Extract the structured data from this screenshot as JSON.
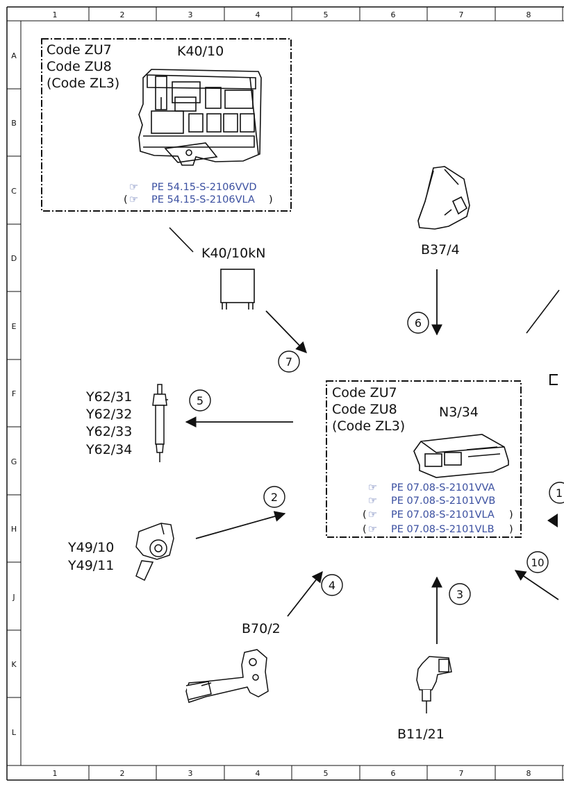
{
  "grid": {
    "columns": [
      "1",
      "2",
      "3",
      "4",
      "5",
      "6",
      "7",
      "8"
    ],
    "rows": [
      "A",
      "B",
      "C",
      "D",
      "E",
      "F",
      "G",
      "H",
      "J",
      "K",
      "L"
    ]
  },
  "box_k40": {
    "codes": [
      "Code ZU7",
      "Code ZU8",
      "(Code ZL3)"
    ],
    "component": "K40/10",
    "refs": [
      "PE 54.15-S-2106VVD",
      "PE 54.15-S-2106VLA"
    ],
    "paren_open": "(",
    "paren_close": ")"
  },
  "box_n3": {
    "codes": [
      "Code ZU7",
      "Code ZU8",
      "(Code ZL3)"
    ],
    "component": "N3/34",
    "refs": [
      "PE 07.08-S-2101VVA",
      "PE 07.08-S-2101VVB",
      "PE 07.08-S-2101VLA",
      "PE 07.08-S-2101VLB"
    ],
    "paren_open": "(",
    "paren_close": ")"
  },
  "labels": {
    "relay": "K40/10kN",
    "pedal": "B37/4",
    "glow": [
      "Y62/31",
      "Y62/32",
      "Y62/33",
      "Y62/34"
    ],
    "valve": [
      "Y49/10",
      "Y49/11"
    ],
    "b70": "B70/2",
    "b11": "B11/21"
  },
  "numbers": {
    "n2": "2",
    "n3": "3",
    "n4": "4",
    "n5": "5",
    "n6": "6",
    "n7": "7",
    "n10": "10",
    "n1": "1"
  },
  "colors": {
    "reference_link": "#3a4fa0",
    "line": "#111111"
  }
}
